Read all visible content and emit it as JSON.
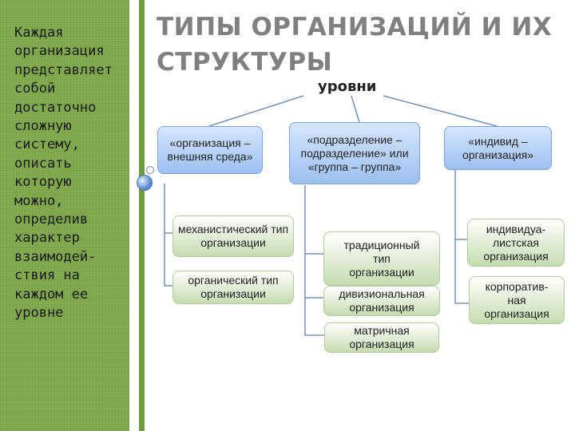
{
  "sidebar": {
    "text": "Каждая\nорганизация\nпредставляет\nсобой\nдостаточно\nсложную\nсистему,\nописать\nкоторую\nможно,\nопределив\nхарактер\nвзаимодей-\nствия на\nкаждом ее\nуровне"
  },
  "title": "ТИПЫ ОРГАНИЗАЦИЙ И ИХ СТРУКТУРЫ",
  "levels_label": "уровни",
  "levels": [
    {
      "label": "«организация – внешняя среда»"
    },
    {
      "label": "«подразделение – подразделение» или «группа – группа»"
    },
    {
      "label": "«индивид – организация»"
    }
  ],
  "types": {
    "mechanistic": "механистический тип  организации",
    "organic": "органический тип организации",
    "traditional": "традиционный тип организации",
    "divisional": "дивизиональная организация",
    "matrix": "матричная организация",
    "individualist": "индивидуа-листская организация",
    "corporate": "корпоратив-ная организация"
  },
  "colors": {
    "sidebar": "#7fa84a",
    "level_box": "#9cc0f0",
    "type_box": "#c5dcb0",
    "title": "#808080"
  }
}
